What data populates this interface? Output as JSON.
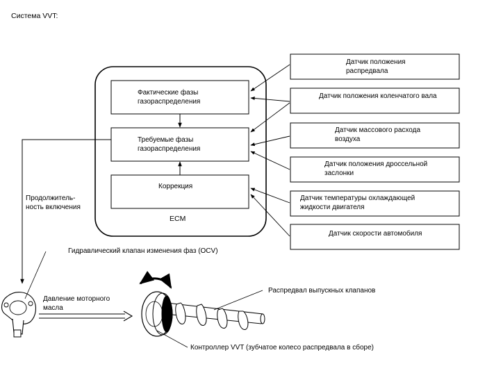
{
  "title": "Система VVT:",
  "ecm": {
    "label": "ECM",
    "actual_phases": "Фактические фазы\nгазораспределения",
    "target_phases": "Требуемые фазы\nгазораспределения",
    "correction": "Коррекция"
  },
  "sensors": [
    "Датчик положения\nраспредвала",
    "Датчик положения коленчатого вала",
    "Датчик массового расхода\nвоздуха",
    "Датчик положения дроссельной\nзаслонки",
    "Датчик температуры охлаждающей\nжидкости двигателя",
    "Датчик скорости автомобиля"
  ],
  "duty_label": "Продолжитель-\nность включения",
  "ocv_label": "Гидравлический клапан изменения фаз (OCV)",
  "oil_pressure_label": "Давление моторного\nмасла",
  "camshaft_label": "Распредвал выпускных клапанов",
  "vvt_controller_label": "Контроллер VVT (зубчатое колесо распредвала в сборе)"
}
